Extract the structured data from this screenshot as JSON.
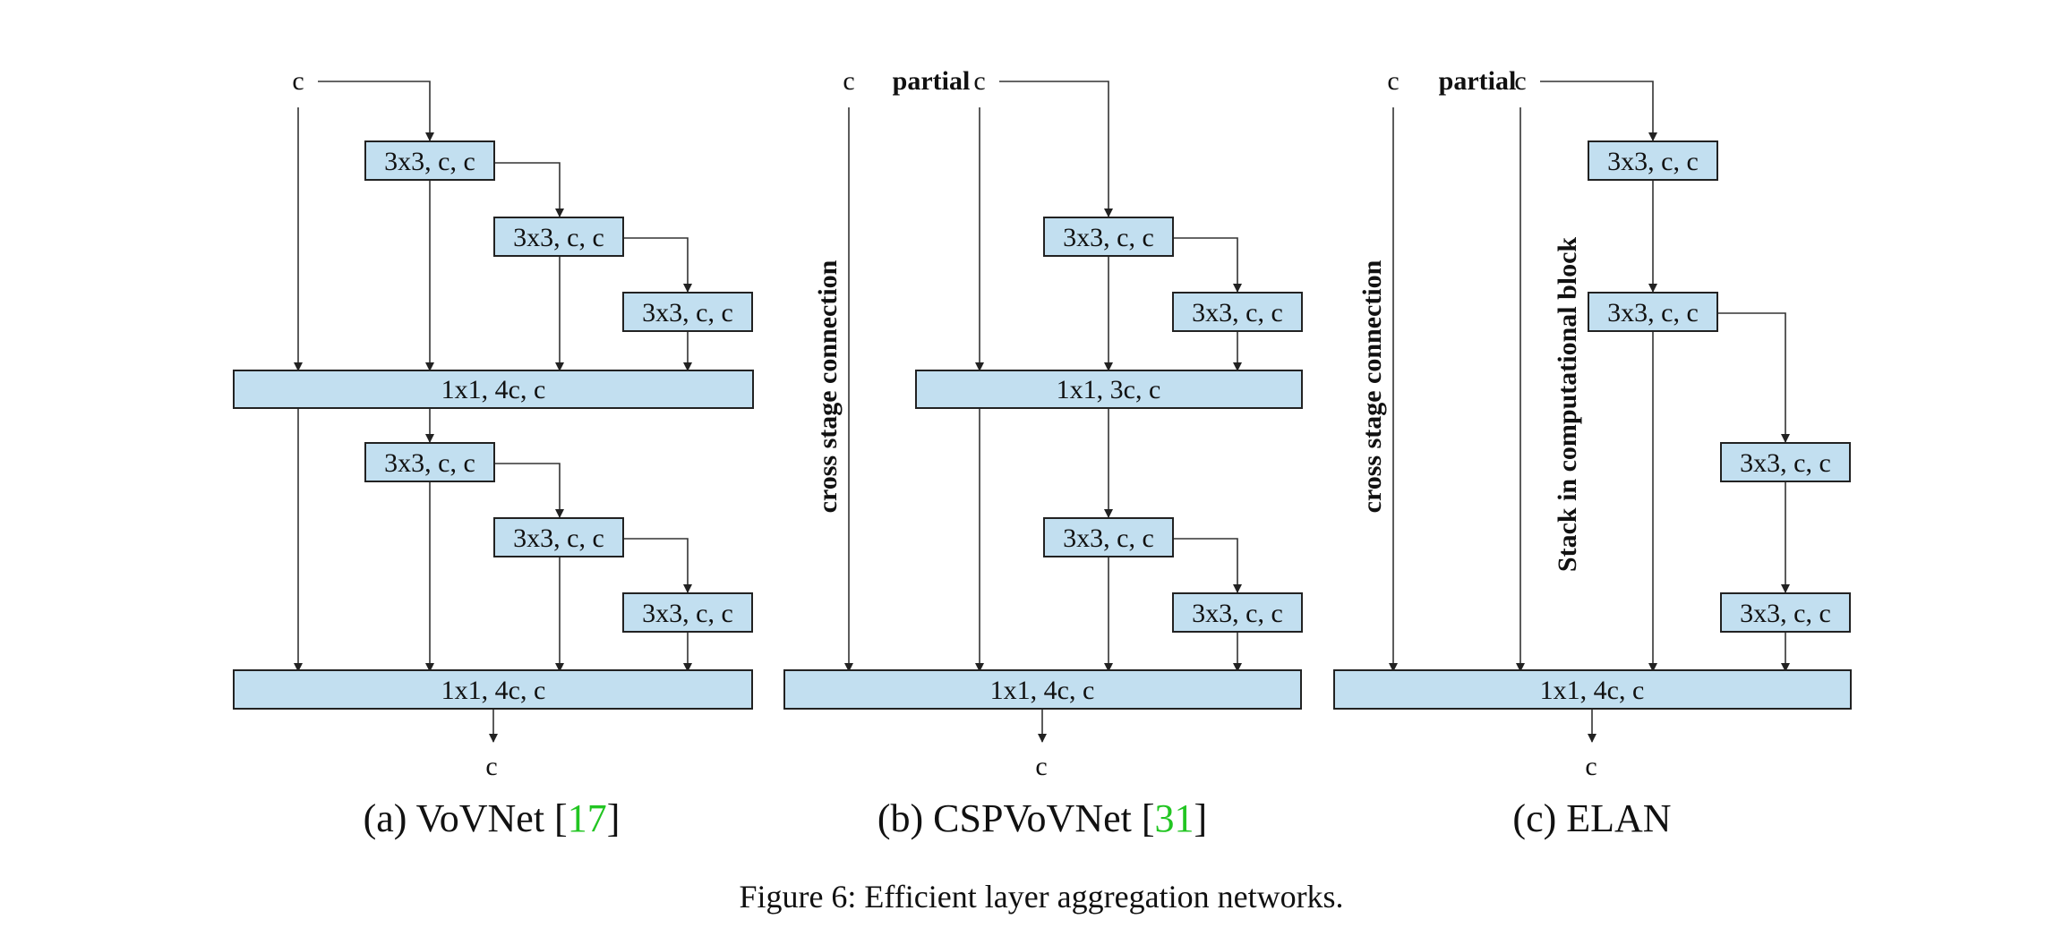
{
  "panels": {
    "vovnet": {
      "input": "c",
      "conv": "3x3, c, c",
      "transition": "1x1, 4c, c",
      "output": "c",
      "caption": {
        "prefix": "(a) VoVNet [",
        "ref": "17",
        "suffix": "]"
      }
    },
    "cspvovnet": {
      "input_left": "c",
      "partial": "partial",
      "input_right": "c",
      "side_label": "cross stage connection",
      "conv": "3x3, c, c",
      "transition": "1x1, 3c, c",
      "final": "1x1, 4c, c",
      "output": "c",
      "caption": {
        "prefix": "(b) CSPVoVNet [",
        "ref": "31",
        "suffix": "]"
      }
    },
    "elan": {
      "input_left": "c",
      "partial": "partial",
      "input_right": "c",
      "side_label": "cross stage connection",
      "stack_label": "Stack in computational block",
      "conv": "3x3, c, c",
      "final": "1x1, 4c, c",
      "output": "c",
      "caption": {
        "prefix": "(c) ELAN",
        "ref": "",
        "suffix": ""
      }
    }
  },
  "figure_caption": "Figure 6: Efficient layer aggregation networks.",
  "colors": {
    "box_fill": "#c2dff0",
    "box_stroke": "#222222",
    "ref_link": "#22c522"
  }
}
